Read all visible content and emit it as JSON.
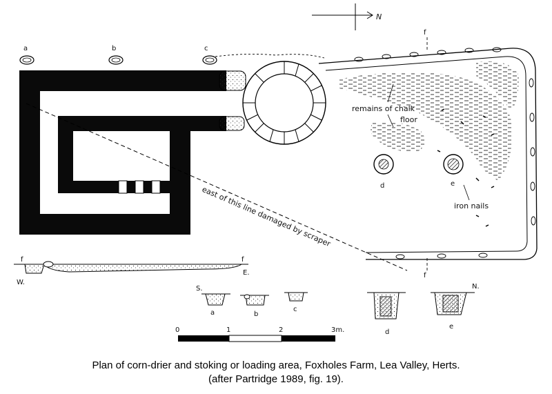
{
  "north_arrow": {
    "label": "N"
  },
  "posthole_labels": [
    "a",
    "b",
    "c",
    "d",
    "e"
  ],
  "section_markers": {
    "f": "f",
    "west": "W.",
    "east": "E.",
    "south": "S.",
    "north": "N."
  },
  "annotations": {
    "chalk_floor_line1": "remains of chalk",
    "chalk_floor_line2": "floor",
    "iron_nails": "iron nails",
    "damage_line": "east of this line damaged by scraper"
  },
  "scale_bar": {
    "ticks": [
      "0",
      "1",
      "2",
      "3m."
    ]
  },
  "caption": {
    "line1": "Plan of corn-drier and stoking or loading area, Foxholes Farm, Lea Valley, Herts.",
    "line2": "(after Partridge 1989, fig. 19)."
  }
}
